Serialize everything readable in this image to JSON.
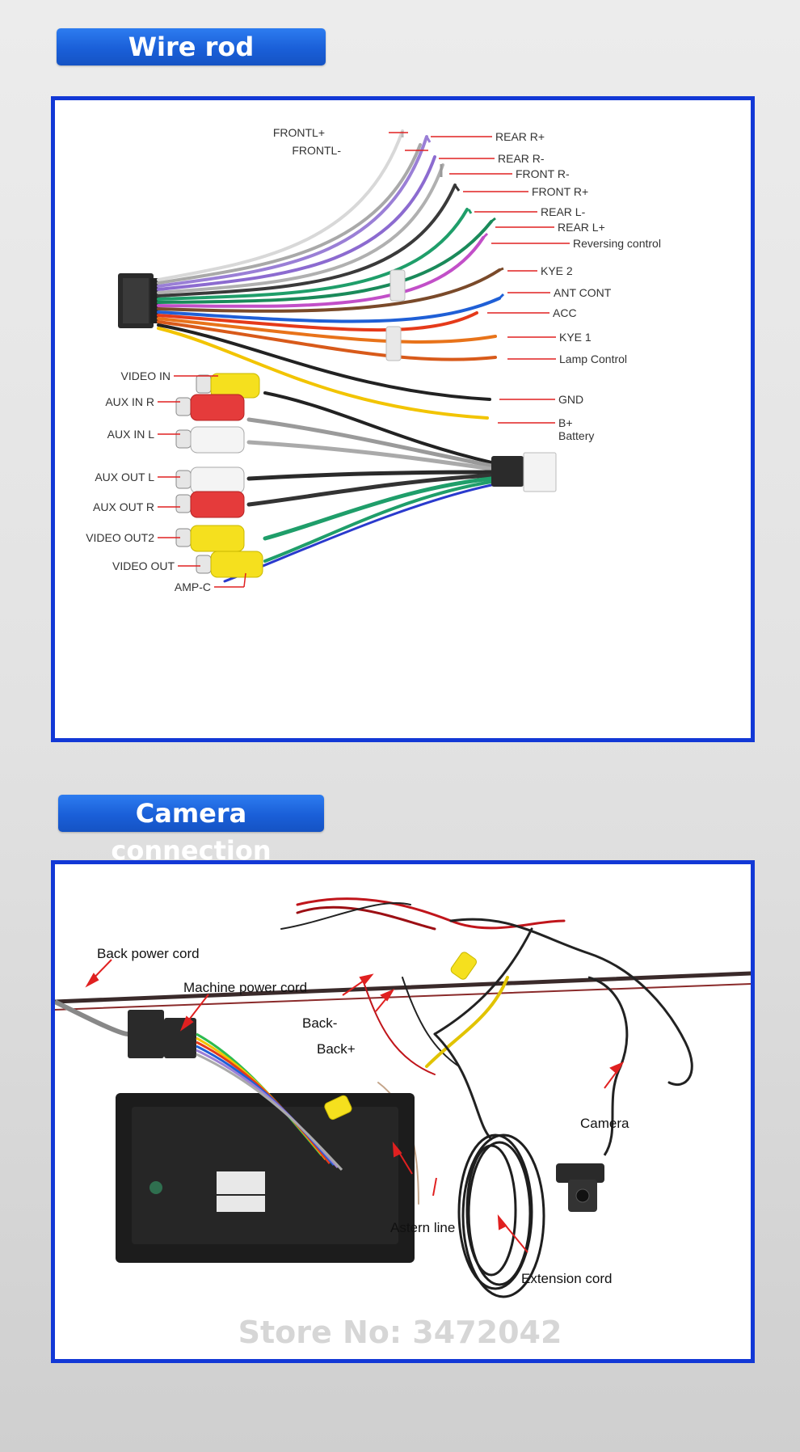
{
  "sections": {
    "wire_rod_title": "Wire rod",
    "camera_title": "Camera connection"
  },
  "wire_labels": {
    "frontl_plus": "FRONTL+",
    "frontl_minus": "FRONTL-",
    "rear_r_plus": "REAR R+",
    "rear_r_minus": "REAR R-",
    "front_r_minus": "FRONT R-",
    "front_r_plus": "FRONT R+",
    "rear_l_minus": "REAR L-",
    "rear_l_plus": "REAR L+",
    "reversing_control": "Reversing control",
    "kye2": "KYE 2",
    "ant_cont": "ANT CONT",
    "acc": "ACC",
    "kye1": "KYE 1",
    "lamp_control": "Lamp Control",
    "gnd": "GND",
    "b_plus": "B+",
    "battery": "Battery",
    "video_in": "VIDEO IN",
    "aux_in_r": "AUX IN R",
    "aux_in_l": "AUX IN L",
    "aux_out_l": "AUX OUT L",
    "aux_out_r": "AUX OUT R",
    "video_out2": "VIDEO OUT2",
    "video_out": "VIDEO OUT",
    "amp_c": "AMP-C"
  },
  "camera_labels": {
    "back_power_cord": "Back power cord",
    "machine_power_cord": "Machine power cord",
    "back_minus": "Back-",
    "back_plus": "Back+",
    "camera": "Camera",
    "astern_line": "Astern line",
    "extension_cord": "Extension cord",
    "store": "Store No: 3472042"
  },
  "colors": {
    "banner_blue": "#1a5fd8",
    "panel_border": "#1238d6",
    "callout_red": "#e02020"
  }
}
